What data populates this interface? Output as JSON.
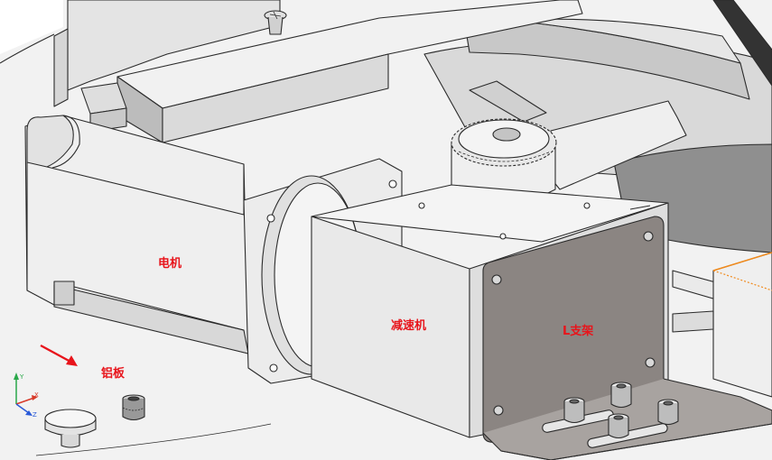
{
  "labels": {
    "motor": "电机",
    "reducer": "减速机",
    "bracket": "L支架",
    "plate": "铝板"
  },
  "axes": {
    "x": "X",
    "y": "Y",
    "z": "Z"
  },
  "colors": {
    "label": "#e8141b",
    "arrow": "#e8141b",
    "line": "#2b2b2b",
    "face_light": "#f1f1f1",
    "face_mid": "#dcdcdc",
    "face_dark": "#bdbdbd",
    "bracket": "#8b8582",
    "accent_orange": "#f08a1c",
    "axis_x": "#d83a2a",
    "axis_y": "#2aa84a",
    "axis_z": "#2a5ad8"
  }
}
